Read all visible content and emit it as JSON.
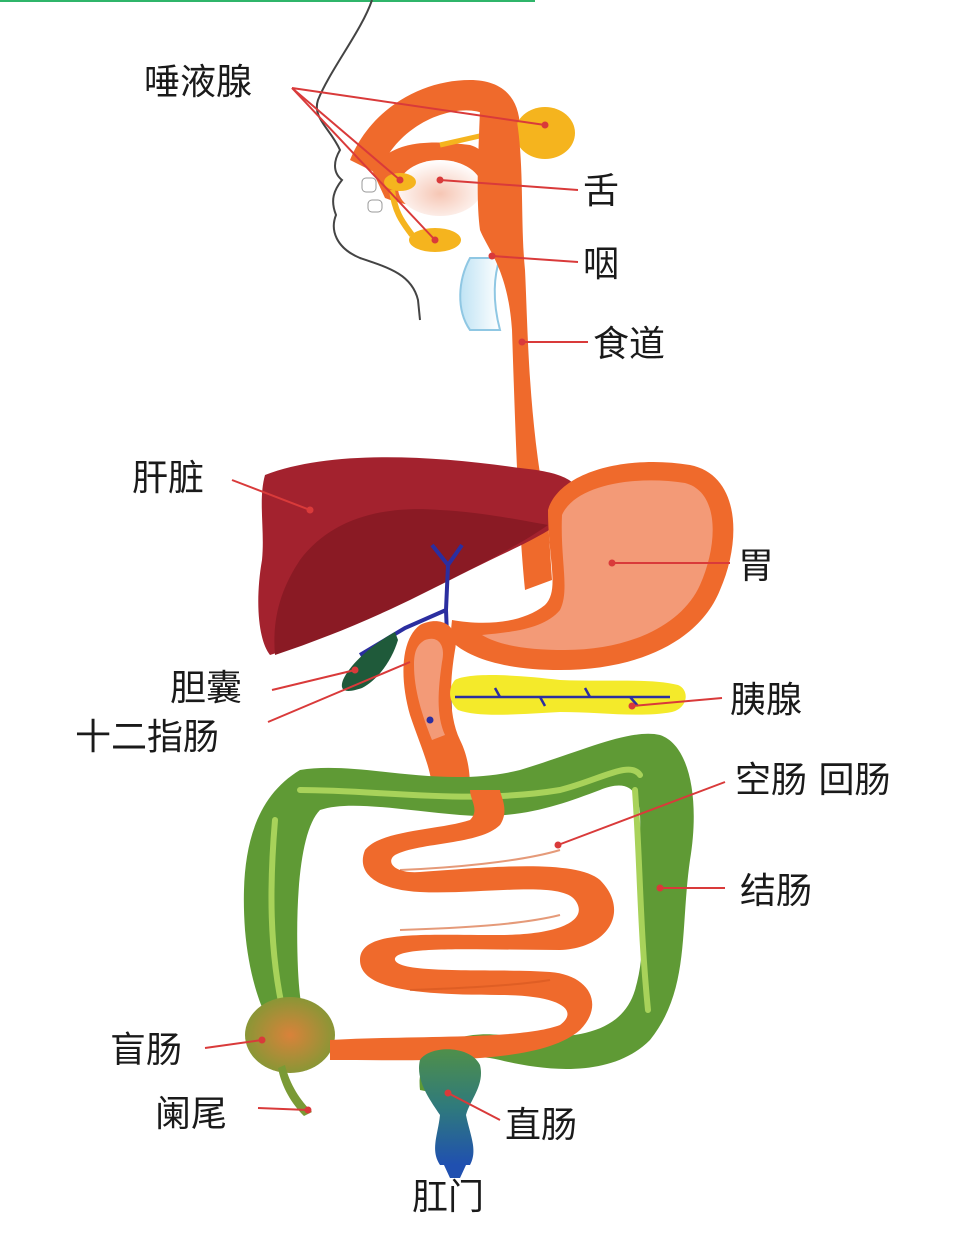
{
  "labels": {
    "salivary_glands": "唾液腺",
    "tongue": "舌",
    "pharynx": "咽",
    "esophagus": "食道",
    "liver": "肝脏",
    "stomach": "胃",
    "gallbladder": "胆囊",
    "duodenum": "十二指肠",
    "pancreas": "胰腺",
    "small_intestine": "空肠 回肠",
    "colon": "结肠",
    "cecum": "盲肠",
    "appendix": "阑尾",
    "rectum": "直肠",
    "anus": "肛门"
  },
  "colors": {
    "digestive_tract": "#ef6a2c",
    "stomach_inner": "#f39a77",
    "liver": "#a3222e",
    "liver_dark": "#8a1a24",
    "gallbladder": "#1f5a3a",
    "pancreas": "#f4ea2a",
    "colon": "#5f9a35",
    "colon_highlight": "#a8d25a",
    "rectum_blue": "#2457a8",
    "salivary": "#f5b41e",
    "pointer_line": "#d93a3a",
    "bile_duct": "#2b2ea0"
  }
}
